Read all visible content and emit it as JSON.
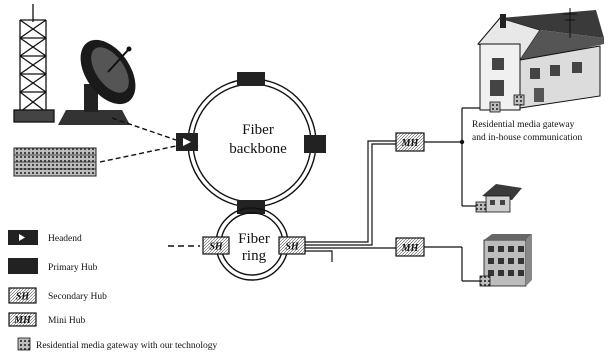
{
  "diagram": {
    "backbone_label_line1": "Fiber",
    "backbone_label_line2": "backbone",
    "ring_label_line1": "Fiber",
    "ring_label_line2": "ring",
    "sh_label": "SH",
    "mh_label": "MH",
    "gateway_caption_line1": "Residential media gateway",
    "gateway_caption_line2": "and in-house communication"
  },
  "legend": {
    "items": [
      {
        "icon": "headend",
        "label": "Headend"
      },
      {
        "icon": "primary-hub",
        "label": "Primary Hub"
      },
      {
        "icon": "secondary-hub",
        "label": "Secondary Hub",
        "abbr": "SH"
      },
      {
        "icon": "mini-hub",
        "label": "Mini Hub",
        "abbr": "MH"
      },
      {
        "icon": "residential-gateway",
        "label": "Residential media gateway  with our technology"
      }
    ]
  },
  "colors": {
    "ink": "#111111",
    "box_fill": "#222222",
    "hatch_fill": "#d8d8d8",
    "house_wall": "#e6e6e6",
    "roof": "#3a3a3a"
  }
}
